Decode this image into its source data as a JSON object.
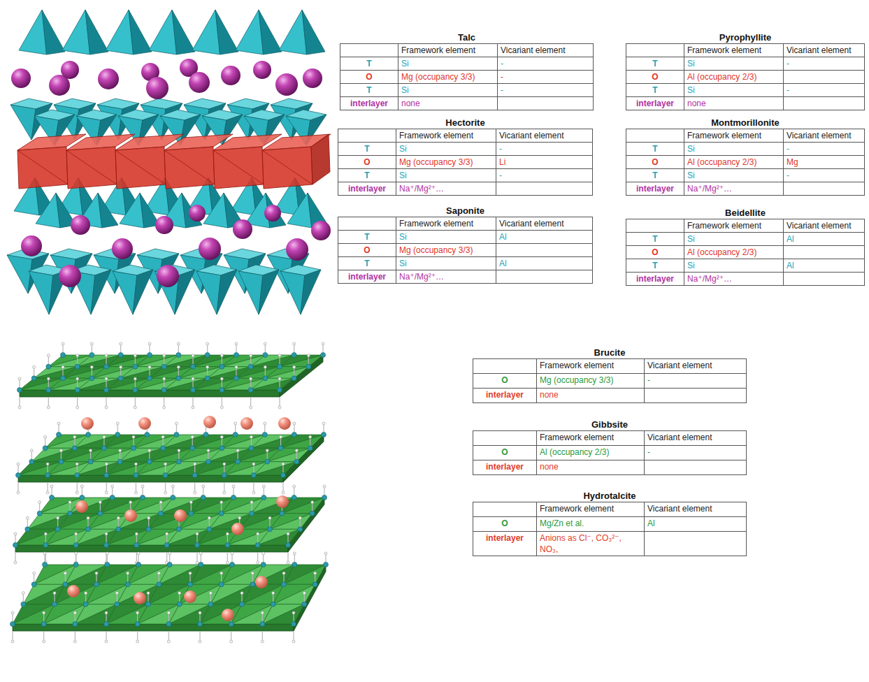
{
  "diagram": {
    "nodes": [
      {
        "text": [
          "Talc",
          "Framework element",
          "Vicariant element",
          "T",
          "Si",
          "-",
          "O",
          "Mg (occupancy 3/3)",
          "-",
          "T",
          "Si",
          "-",
          "interlayer",
          "none"
        ]
      },
      {
        "text": [
          "Pyrophyllite",
          "Framework element",
          "Vicariant element",
          "T",
          "Si",
          "-",
          "O",
          "Al (occupancy 2/3)",
          "T",
          "Si",
          "-",
          "interlayer",
          "none"
        ]
      },
      {
        "text": [
          "Hectorite",
          "Framework element",
          "Vicariant element",
          "T",
          "Si",
          "-",
          "O",
          "Mg (occupancy 3/3)",
          "Li",
          "T",
          "Si",
          "-",
          "interlayer",
          "Na⁺/Mg²⁺…"
        ]
      },
      {
        "text": [
          "Montmorillonite",
          "Framework element",
          "Vicariant element",
          "T",
          "Si",
          "-",
          "O",
          "Al (occupancy 2/3)",
          "Mg",
          "T",
          "Si",
          "-",
          "interlayer",
          "Na⁺/Mg²⁺…"
        ]
      },
      {
        "text": [
          "Saponite",
          "Framework element",
          "Vicariant element",
          "T",
          "Si",
          "Al",
          "O",
          "Mg (occupancy 3/3)",
          "T",
          "Si",
          "Al",
          "interlayer",
          "Na⁺/Mg²⁺…"
        ]
      },
      {
        "text": [
          "Beidellite",
          "Framework element",
          "Vicariant element",
          "T",
          "Si",
          "Al",
          "O",
          "Al (occupancy 2/3)",
          "T",
          "Si",
          "Al",
          "interlayer",
          "Na⁺/Mg²⁺…"
        ]
      },
      {
        "text": [
          "Brucite",
          "Framework element",
          "Vicariant element",
          "O",
          "Mg (occupancy 3/3)",
          "-",
          "interlayer",
          "none"
        ]
      },
      {
        "text": [
          "Gibbsite",
          "Framework element",
          "Vicariant element",
          "O",
          "Al (occupancy 2/3)",
          "-",
          "interlayer",
          "none"
        ]
      },
      {
        "text": [
          "Hydrotalcite",
          "Framework element",
          "Vicariant element",
          "O",
          "Mg/Zn et al.",
          "Al",
          "interlayer",
          "Anions as Cl⁻, CO₃²⁻, NO₃,"
        ]
      }
    ]
  }
}
